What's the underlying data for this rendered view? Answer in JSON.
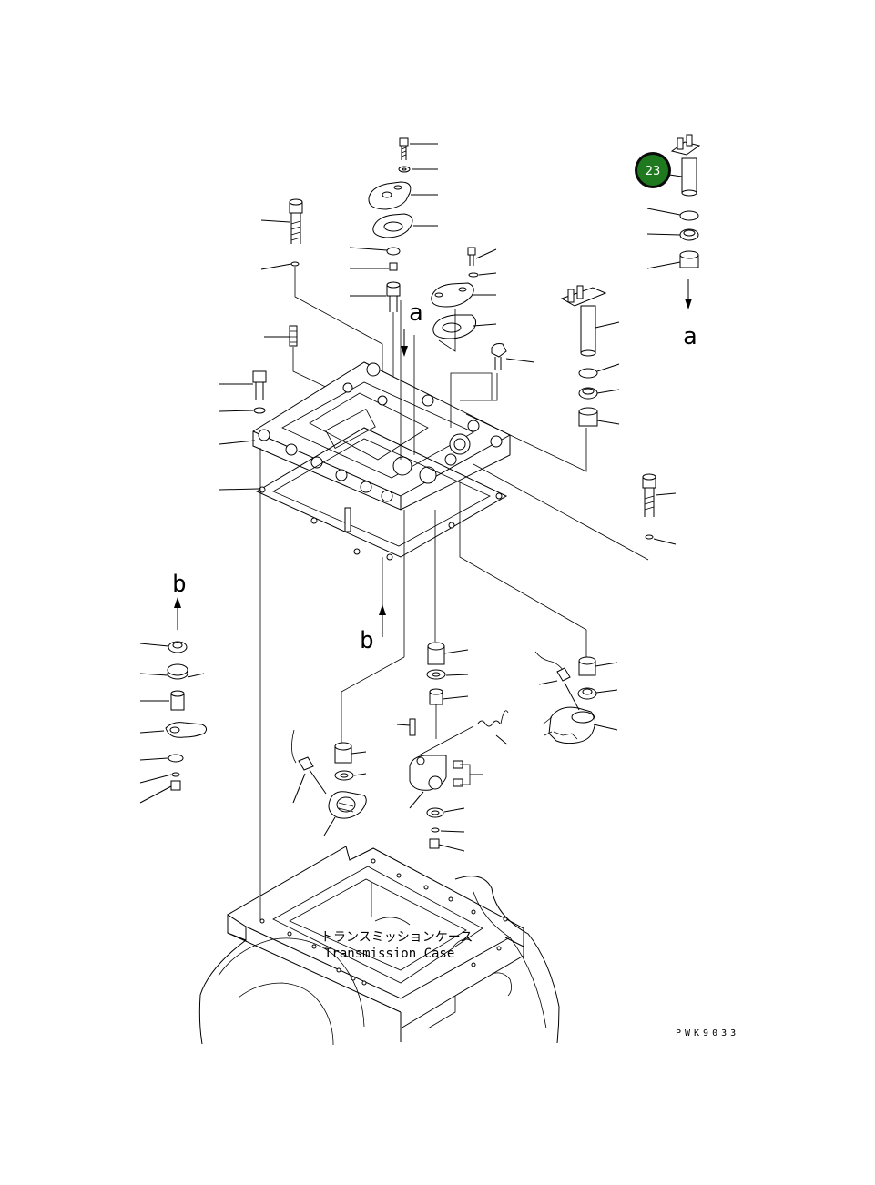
{
  "diagram": {
    "callout_number": "23",
    "callout_color": "#1f7a1f",
    "callout_ring": "#0b0b0b",
    "ref_a": "a",
    "ref_b": "b",
    "case_label_jp": "トランスミッションケース",
    "case_label_en": "Transmission Case",
    "drawing_code": "PWK9033"
  }
}
